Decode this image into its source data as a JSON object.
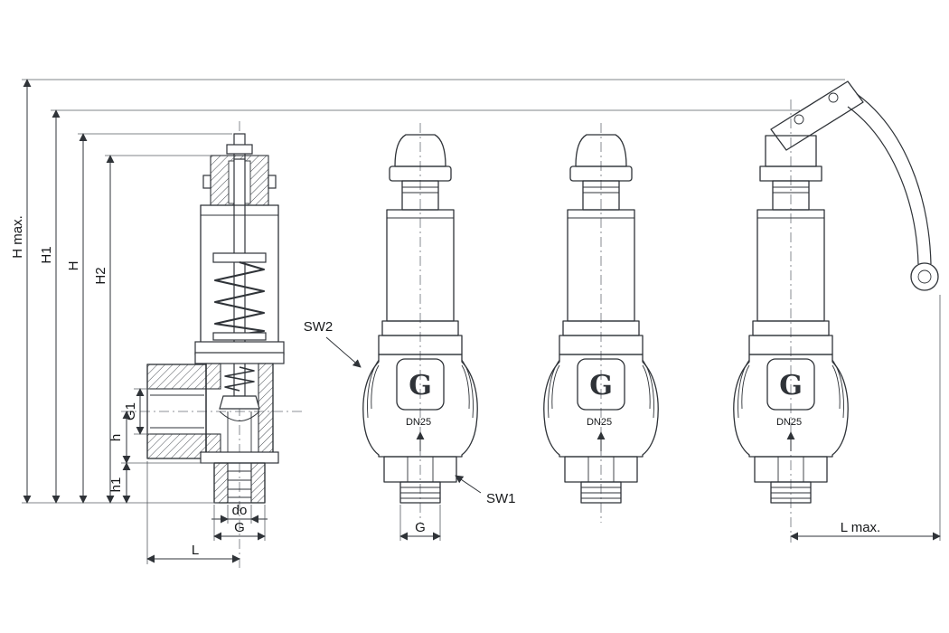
{
  "page": {
    "background": "#ffffff",
    "line_color": "#2f3338"
  },
  "drawing": {
    "dimensions": {
      "h_max": "H max.",
      "h1_upper": "H1",
      "h_upper": "H",
      "h2_upper": "H2",
      "g1": "G1",
      "h_lower": "h",
      "h1_lower": "h1",
      "d_orifice": "do",
      "g_section": "G",
      "l_section": "L",
      "g_front": "G",
      "l_max": "L max."
    },
    "callouts": {
      "sw1": "SW1",
      "sw2": "SW2"
    },
    "valve_front_1": {
      "dn": "DN25",
      "logo": "G"
    },
    "valve_front_2": {
      "dn": "DN25",
      "logo": "G"
    },
    "valve_lever": {
      "dn": "DN25",
      "logo": "G"
    }
  }
}
